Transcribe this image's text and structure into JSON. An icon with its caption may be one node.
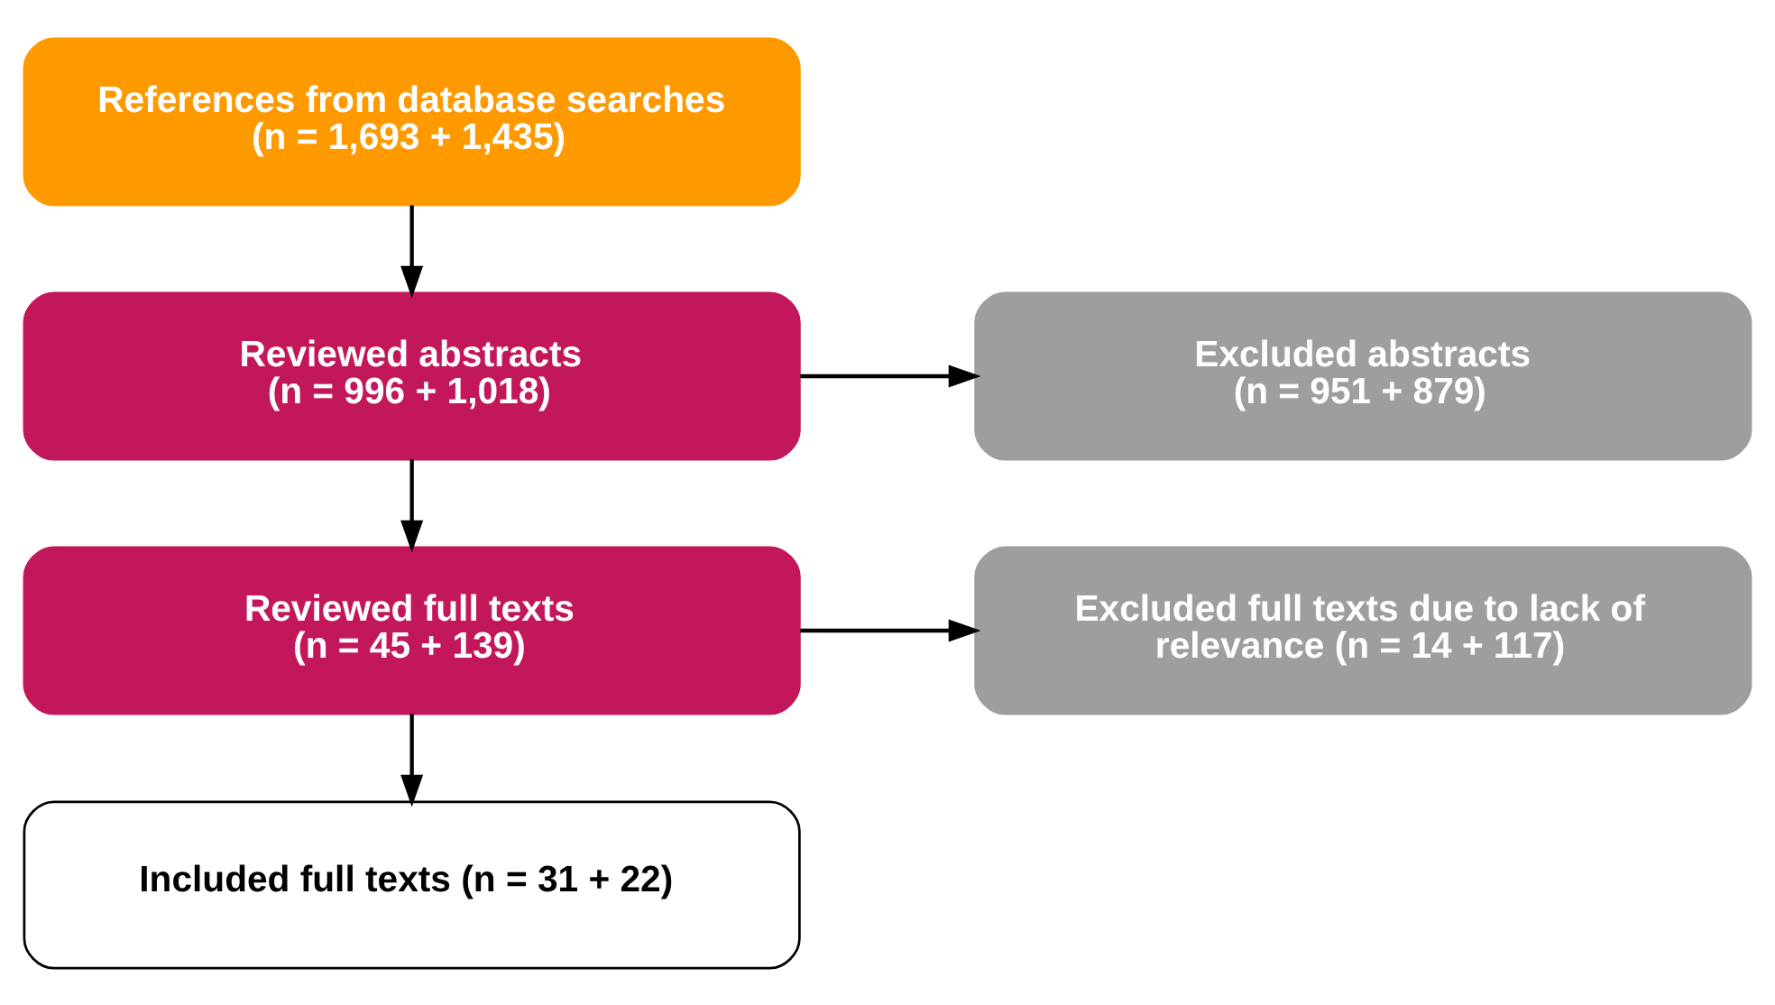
{
  "diagram": {
    "nodes": [
      {
        "text": [
          "References from database searches",
          "(n = 1,693 + 1,435)"
        ]
      },
      {
        "text": [
          "Reviewed abstracts",
          "(n = 996 + 1,018)"
        ]
      },
      {
        "text": [
          "Excluded abstracts",
          "(n = 951 + 879)"
        ]
      },
      {
        "text": [
          "Reviewed full texts",
          "(n = 45 + 139)"
        ]
      },
      {
        "text": [
          "Excluded full texts due to lack of relevance (n = 14 + 117)"
        ]
      },
      {
        "text": [
          "Included full texts (n = 31 + 22)"
        ]
      }
    ],
    "edges": [
      {
        "from": 0,
        "to": 1,
        "arrow": "to"
      },
      {
        "from": 1,
        "to": 2,
        "arrow": "to"
      },
      {
        "from": 1,
        "to": 3,
        "arrow": "to"
      },
      {
        "from": 3,
        "to": 4,
        "arrow": "to"
      },
      {
        "from": 3,
        "to": 5,
        "arrow": "to"
      }
    ]
  }
}
